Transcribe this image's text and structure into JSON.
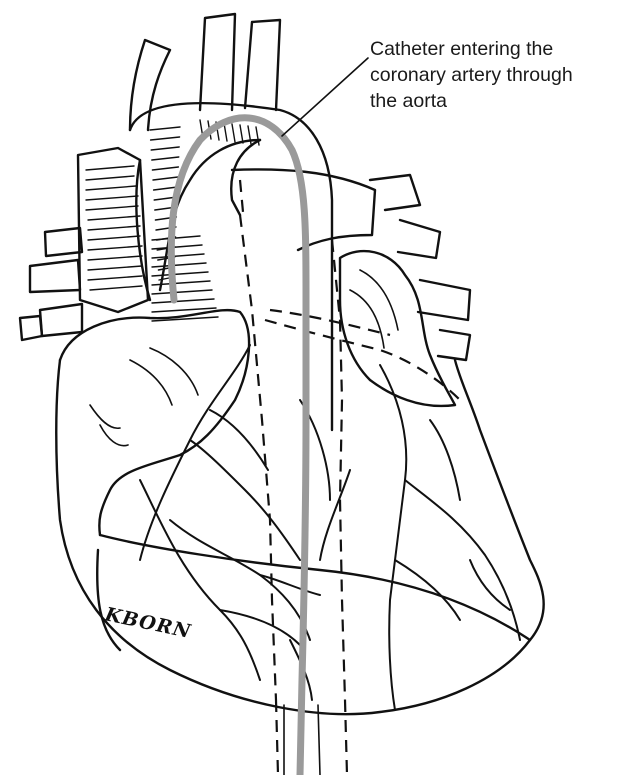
{
  "annotation": {
    "lines": [
      "Catheter entering the",
      "coronary artery through",
      "the aorta"
    ]
  },
  "signature": "KBORN",
  "colors": {
    "ink": "#111111",
    "catheter": "#9a9a9a",
    "background": "#ffffff"
  }
}
